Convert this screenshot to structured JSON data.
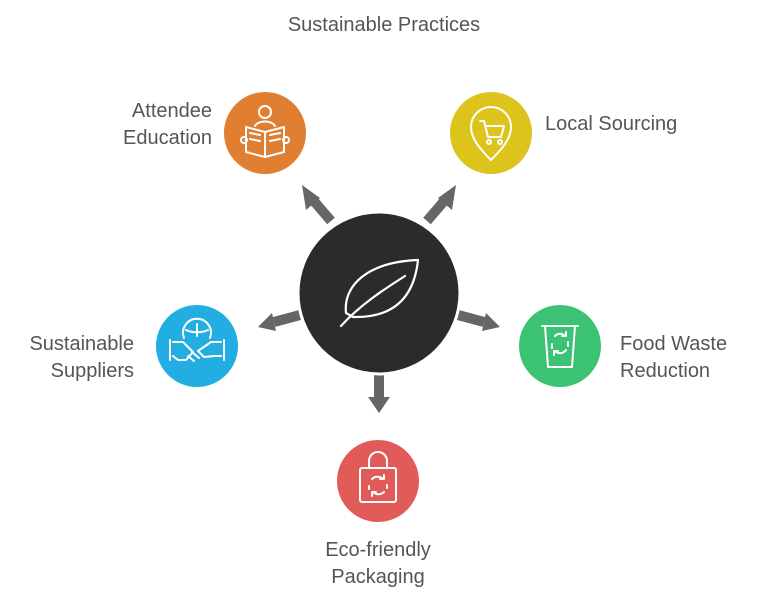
{
  "title": "Sustainable Practices",
  "hub": {
    "icon": "leaf-icon",
    "color": "#2b2b2b"
  },
  "nodes": [
    {
      "label": "Attendee\nEducation",
      "icon": "reading-person-icon",
      "color": "#E07F32"
    },
    {
      "label": "Local Sourcing",
      "icon": "shopping-cart-pin-icon",
      "color": "#DCC41D"
    },
    {
      "label": "Sustainable\nSuppliers",
      "icon": "globe-handshake-icon",
      "color": "#22AEE3"
    },
    {
      "label": "Food Waste\nReduction",
      "icon": "recycle-bin-icon",
      "color": "#3CC274"
    },
    {
      "label": "Eco-friendly\nPackaging",
      "icon": "recycle-bag-icon",
      "color": "#E15B58"
    }
  ],
  "arrow_color": "#666666"
}
